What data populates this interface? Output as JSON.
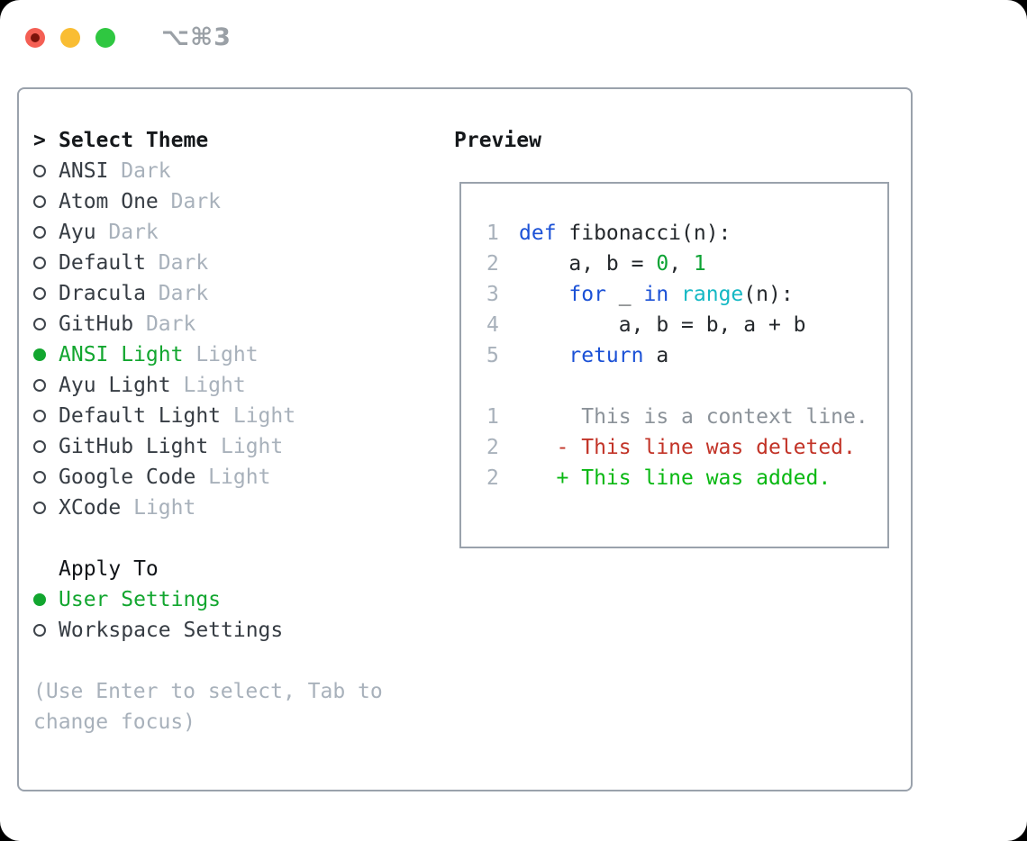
{
  "window": {
    "shortcut_label": "⌥⌘3",
    "traffic_lights": [
      "close",
      "minimize",
      "maximize"
    ]
  },
  "colors": {
    "accent_green": "#12a62f",
    "keyword_blue": "#1b51d6",
    "builtin_cyan": "#14b8c4",
    "number_green": "#0da334",
    "deleted_red": "#c23327",
    "added_green": "#09b812",
    "muted_gray": "#a8b1bb",
    "dark_text": "#363c43",
    "border_gray": "#9aa2ac",
    "light_close_red": "#f45f54",
    "light_min_yellow": "#f9bd33",
    "light_max_green": "#2fc741"
  },
  "theme_selector": {
    "cursor": ">",
    "header": "Select Theme",
    "themes": [
      {
        "name": "ANSI",
        "variant": "Dark",
        "selected": false
      },
      {
        "name": "Atom One",
        "variant": "Dark",
        "selected": false
      },
      {
        "name": "Ayu",
        "variant": "Dark",
        "selected": false
      },
      {
        "name": "Default",
        "variant": "Dark",
        "selected": false
      },
      {
        "name": "Dracula",
        "variant": "Dark",
        "selected": false
      },
      {
        "name": "GitHub",
        "variant": "Dark",
        "selected": false
      },
      {
        "name": "ANSI Light",
        "variant": "Light",
        "selected": true
      },
      {
        "name": "Ayu Light",
        "variant": "Light",
        "selected": false
      },
      {
        "name": "Default Light",
        "variant": "Light",
        "selected": false
      },
      {
        "name": "GitHub Light",
        "variant": "Light",
        "selected": false
      },
      {
        "name": "Google Code",
        "variant": "Light",
        "selected": false
      },
      {
        "name": "XCode",
        "variant": "Light",
        "selected": false
      }
    ],
    "apply_to": {
      "header": "Apply To",
      "options": [
        {
          "label": "User Settings",
          "selected": true
        },
        {
          "label": "Workspace Settings",
          "selected": false
        }
      ]
    },
    "hint": "(Use Enter to select, Tab to change focus)"
  },
  "preview": {
    "header": "Preview",
    "lines": [
      {
        "num": "1",
        "tokens": [
          {
            "s": "kw",
            "t": "def"
          },
          {
            "s": "pl",
            "t": " fibonacci(n):"
          }
        ]
      },
      {
        "num": "2",
        "tokens": [
          {
            "s": "pl",
            "t": "    a, b = "
          },
          {
            "s": "num",
            "t": "0"
          },
          {
            "s": "pl",
            "t": ", "
          },
          {
            "s": "num",
            "t": "1"
          }
        ]
      },
      {
        "num": "3",
        "tokens": [
          {
            "s": "pl",
            "t": "    "
          },
          {
            "s": "kw",
            "t": "for"
          },
          {
            "s": "pl",
            "t": " _ "
          },
          {
            "s": "kw",
            "t": "in"
          },
          {
            "s": "pl",
            "t": " "
          },
          {
            "s": "bi",
            "t": "range"
          },
          {
            "s": "pl",
            "t": "(n):"
          }
        ]
      },
      {
        "num": "4",
        "tokens": [
          {
            "s": "pl",
            "t": "        a, b = b, a + b"
          }
        ]
      },
      {
        "num": "5",
        "tokens": [
          {
            "s": "pl",
            "t": "    "
          },
          {
            "s": "kw",
            "t": "return"
          },
          {
            "s": "pl",
            "t": " a"
          }
        ]
      },
      {
        "num": "",
        "tokens": []
      },
      {
        "num": "1",
        "tokens": [
          {
            "s": "ctx",
            "t": "     This is a context line."
          }
        ]
      },
      {
        "num": "2",
        "tokens": [
          {
            "s": "del",
            "t": "   - This line was deleted."
          }
        ]
      },
      {
        "num": "2",
        "tokens": [
          {
            "s": "add",
            "t": "   + This line was added."
          }
        ]
      }
    ]
  }
}
